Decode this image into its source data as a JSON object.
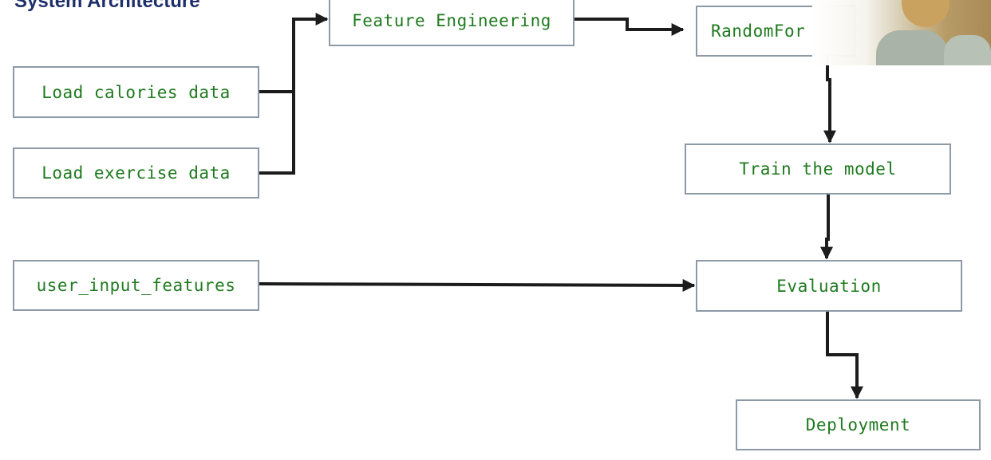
{
  "slide": {
    "title": "System Architecture"
  },
  "diagram": {
    "nodes": {
      "load_calories": "Load calories data",
      "load_exercise": "Load exercise data",
      "user_input": "user_input_features",
      "feature_engineering": "Feature Engineering",
      "random_forest": "RandomFor",
      "train": "Train the model",
      "evaluation": "Evaluation",
      "deployment": "Deployment"
    },
    "edges": [
      [
        "load_calories",
        "feature_engineering"
      ],
      [
        "load_exercise",
        "feature_engineering"
      ],
      [
        "feature_engineering",
        "random_forest"
      ],
      [
        "random_forest",
        "train"
      ],
      [
        "train",
        "evaluation"
      ],
      [
        "user_input",
        "evaluation"
      ],
      [
        "evaluation",
        "deployment"
      ]
    ],
    "colors": {
      "node_text": "#1f7a1f",
      "node_border": "#8d99a6",
      "connector": "#1c1c1c",
      "title": "#1f2f6b"
    }
  },
  "overlay": {
    "icon": "video-thumbnail"
  }
}
